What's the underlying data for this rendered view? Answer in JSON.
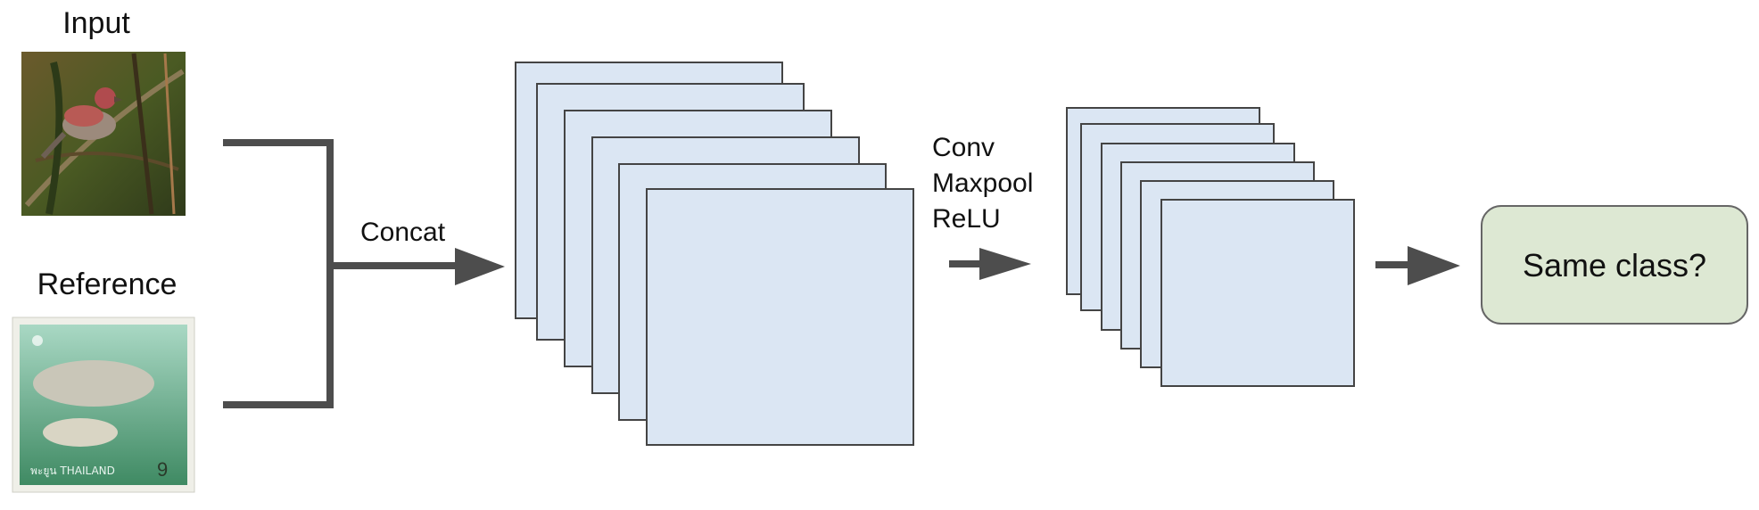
{
  "labels": {
    "input": "Input",
    "reference": "Reference",
    "concat": "Concat",
    "ops": [
      "Conv",
      "Maxpool",
      "ReLU"
    ],
    "output": "Same class?"
  },
  "images": {
    "input": "bird-photo",
    "reference": "manatee-stamp",
    "stamp_value": "9",
    "stamp_caption": "พะยูน THAILAND"
  },
  "colors": {
    "feature_map_fill": "#dbe6f3",
    "feature_map_stroke": "#444444",
    "arrow": "#4d4d4d",
    "output_fill": "#dde8d3",
    "output_stroke": "#666666"
  },
  "stacks": {
    "first_count": 6,
    "second_count": 6
  }
}
